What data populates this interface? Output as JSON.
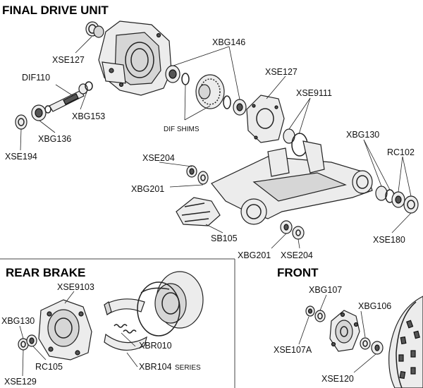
{
  "sections": {
    "final_drive": "FINAL DRIVE UNIT",
    "rear_brake": "REAR BRAKE",
    "front": "FRONT"
  },
  "labels": {
    "xse127_top": "XSE127",
    "dif110": "DIF110",
    "xbg153": "XBG153",
    "xbg136": "XBG136",
    "xse194": "XSE194",
    "xbg146": "XBG146",
    "dif_shims": "DIF SHIMS",
    "xse127_mid": "XSE127",
    "xse9111": "XSE9111",
    "xbg130_top": "XBG130",
    "rc102": "RC102",
    "xse204_top": "XSE204",
    "xbg201_top": "XBG201",
    "sb105": "SB105",
    "xbg201_bottom": "XBG201",
    "xse204_bottom": "XSE204",
    "xse180": "XSE180",
    "xse9103": "XSE9103",
    "xbg130_brake": "XBG130",
    "xbr010": "XBR010",
    "rc105": "RC105",
    "xbr104": "XBR104",
    "series": "SERIES",
    "xse129": "XSE129",
    "xbg107": "XBG107",
    "xbg106": "XBG106",
    "xse107a": "XSE107A",
    "xse120": "XSE120"
  }
}
